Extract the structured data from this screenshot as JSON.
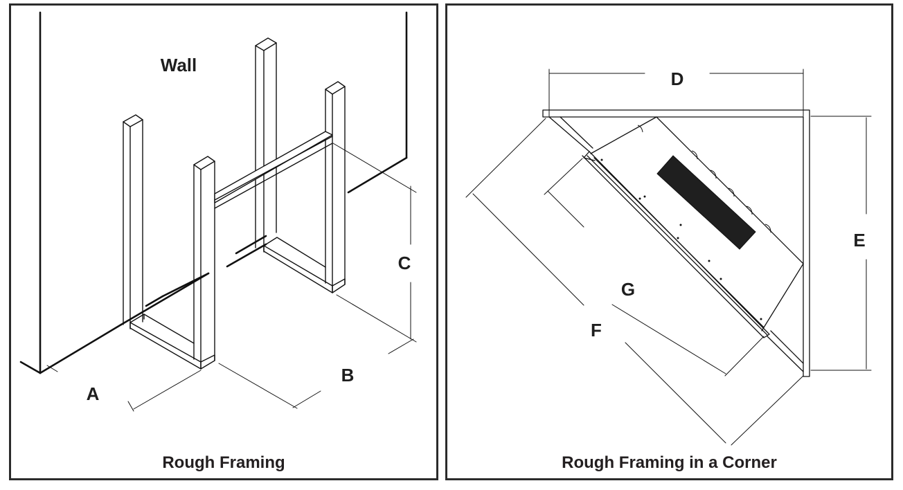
{
  "figures": [
    {
      "id": "rough-framing",
      "caption": "Rough Framing",
      "labels": {
        "wall": "Wall",
        "dim_a": "A",
        "dim_b": "B",
        "dim_c": "C"
      }
    },
    {
      "id": "rough-framing-corner",
      "caption": "Rough Framing in a Corner",
      "labels": {
        "dim_d": "D",
        "dim_e": "E",
        "dim_f": "F",
        "dim_g": "G"
      }
    }
  ],
  "colors": {
    "line": "#111111",
    "border": "#2b2b2b",
    "grille": "#1f1f1f",
    "text": "#231f20"
  }
}
